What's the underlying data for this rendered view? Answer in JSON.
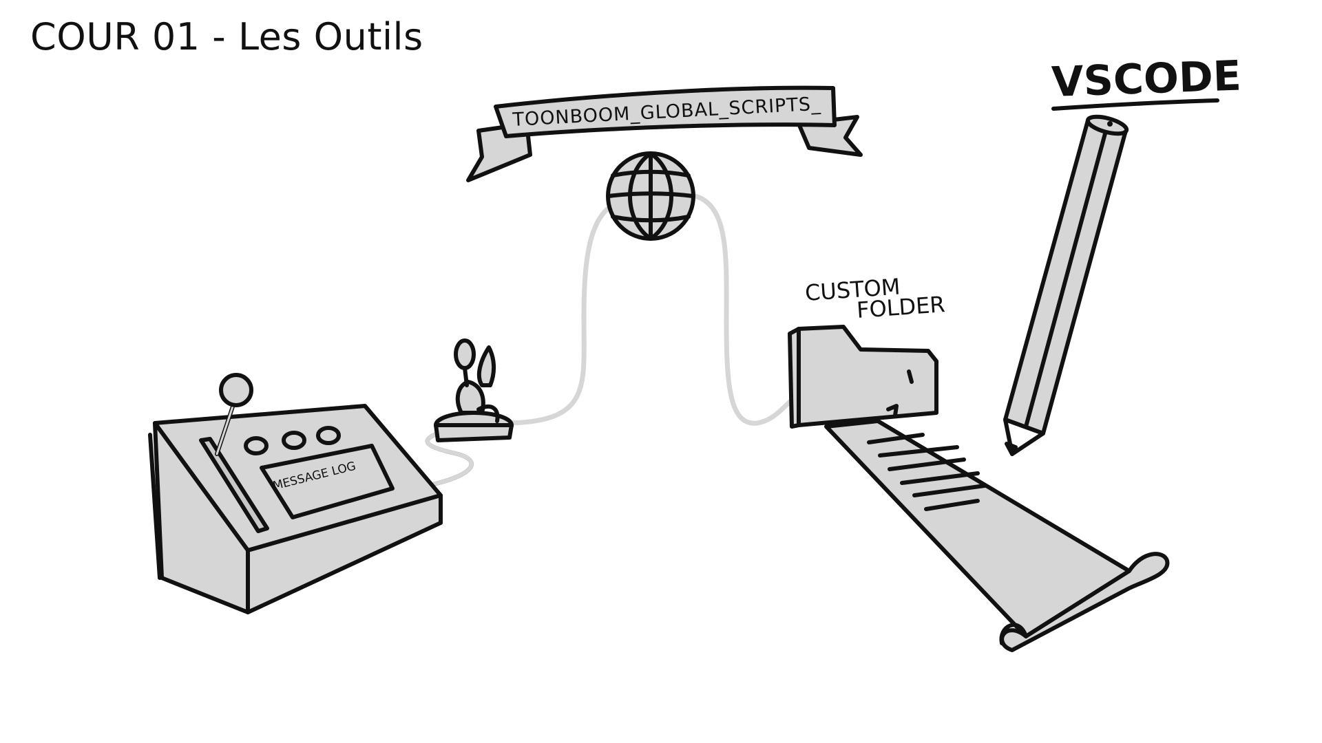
{
  "title": "COUR 01 - Les Outils",
  "labels": {
    "banner": "TOONBOOM_GLOBAL_SCRIPTS_",
    "message_log": "MESSAGE LOG",
    "custom_folder_line1": "CUSTOM",
    "custom_folder_line2": "FOLDER",
    "vscode": "VSCODE"
  },
  "colors": {
    "ink": "#111111",
    "fill": "#d6d6d6",
    "paper": "#ffffff"
  },
  "icons": [
    "console-icon",
    "plug-icon",
    "globe-icon",
    "folder-icon",
    "paper-scroll-icon",
    "pencil-icon"
  ]
}
